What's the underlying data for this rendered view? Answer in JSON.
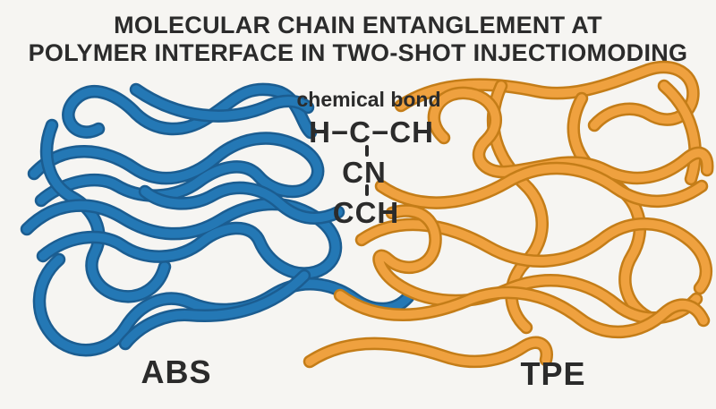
{
  "title": {
    "line1": "MOLECULAR CHAIN ENTANGLEMENT AT",
    "line2": "POLYMER INTERFACE IN TWO-SHOT INJECTIOMODING"
  },
  "diagram": {
    "bond_label": "chemical bond",
    "formula": {
      "row1": "H−C−CH",
      "row2": "CN",
      "row3": "CCH"
    },
    "left_polymer_label": "ABS",
    "right_polymer_label": "TPE",
    "colors": {
      "background": "#f6f5f2",
      "text": "#2b2b2b",
      "abs_fill": "#2478b5",
      "abs_outline": "#1b5d91",
      "tpe_fill": "#efa13f",
      "tpe_outline": "#c47d18"
    }
  }
}
